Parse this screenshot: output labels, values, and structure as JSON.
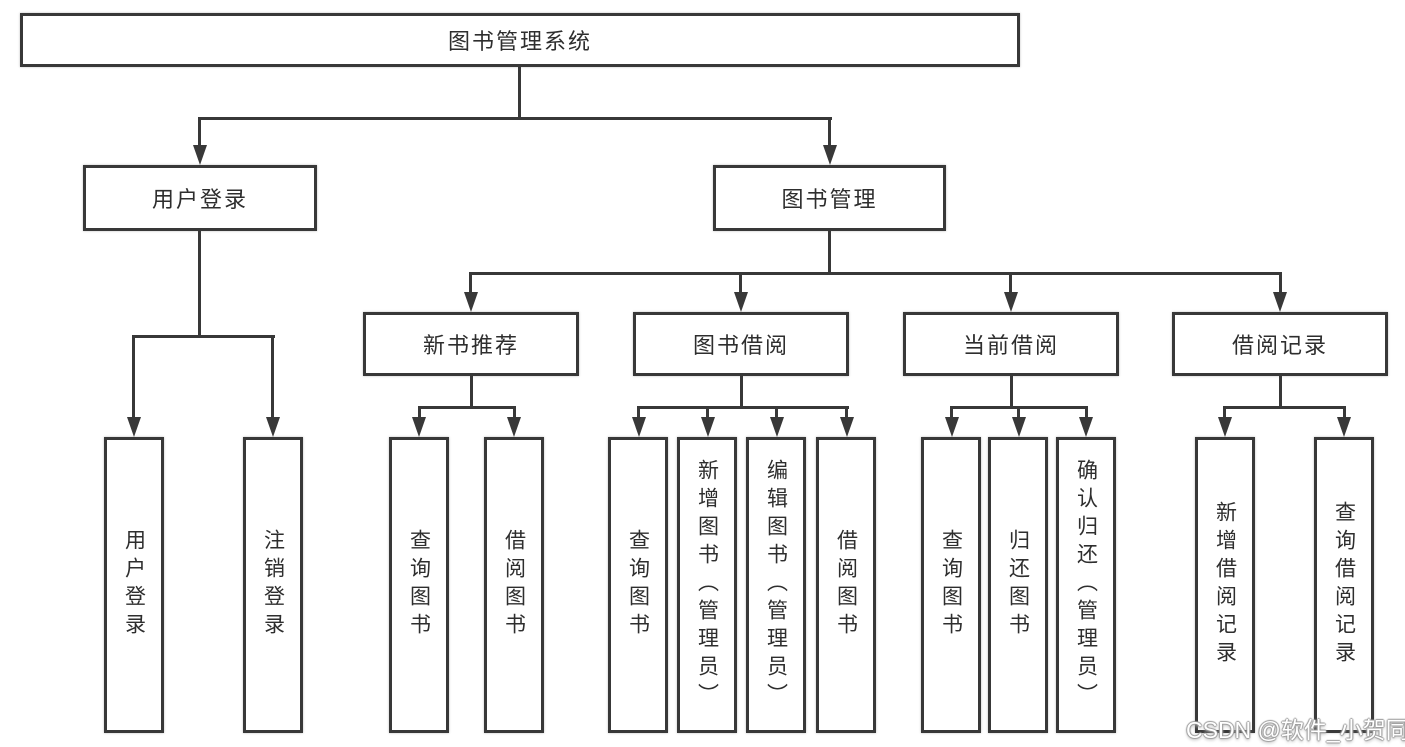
{
  "tree": {
    "root": {
      "label": "图书管理系统"
    },
    "children": [
      {
        "label": "用户登录",
        "leaves": [
          {
            "label": "用户登录"
          },
          {
            "label": "注销登录"
          }
        ]
      },
      {
        "label": "图书管理",
        "children": [
          {
            "label": "新书推荐",
            "leaves": [
              {
                "label": "查询图书"
              },
              {
                "label": "借阅图书"
              }
            ]
          },
          {
            "label": "图书借阅",
            "leaves": [
              {
                "label": "查询图书"
              },
              {
                "label": "新增图书（管理员）"
              },
              {
                "label": "编辑图书（管理员）"
              },
              {
                "label": "借阅图书"
              }
            ]
          },
          {
            "label": "当前借阅",
            "leaves": [
              {
                "label": "查询图书"
              },
              {
                "label": "归还图书"
              },
              {
                "label": "确认归还（管理员）"
              }
            ]
          },
          {
            "label": "借阅记录",
            "leaves": [
              {
                "label": "新增借阅记录"
              },
              {
                "label": "查询借阅记录"
              }
            ]
          }
        ]
      }
    ]
  },
  "watermark": {
    "text": "CSDN @软件_小贺同学"
  },
  "colors": {
    "line": "#383838",
    "text": "#2e2e2e",
    "background": "#ffffff",
    "watermark_text": "#ffffff"
  }
}
